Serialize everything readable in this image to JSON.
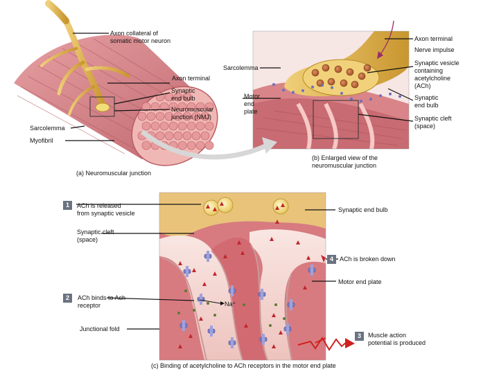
{
  "panel_a": {
    "caption": "(a) Neuromuscular junction",
    "labels": {
      "axon_collateral": "Axon collateral of\nsomatic motor neuron",
      "axon_terminal": "Axon terminal",
      "synaptic_end_bulb": "Synaptic\nend bulb",
      "nmj": "Neuromuscular\njunction (NMJ)",
      "sarcolemma": "Sarcolemma",
      "myofibril": "Myofibril"
    }
  },
  "panel_b": {
    "caption": "(b) Enlarged view of the\nneuromuscular junction",
    "labels": {
      "axon_terminal": "Axon terminal",
      "nerve_impulse": "Nerve impulse",
      "sarcolemma": "Sarcolemma",
      "synaptic_vesicle": "Synaptic vesicle\ncontaining\nacetylcholine\n(ACh)",
      "synaptic_end_bulb": "Synaptic\nend bulb",
      "synaptic_cleft": "Synaptic cleft\n(space)",
      "motor_end_plate": "Motor\nend\nplate"
    }
  },
  "panel_c": {
    "caption": "(c) Binding of acetylcholine to ACh receptors in the motor end plate",
    "labels": {
      "synaptic_end_bulb": "Synaptic end bulb",
      "synaptic_cleft": "Synaptic cleft\n(space)",
      "motor_end_plate": "Motor end plate",
      "junctional_fold": "Junctional fold",
      "na": "Na⁺"
    },
    "steps": [
      {
        "num": "1",
        "text": "ACh is released\nfrom synaptic vesicle"
      },
      {
        "num": "2",
        "text": "ACh binds to Ach\nreceptor"
      },
      {
        "num": "3",
        "text": "Muscle action\npotential is produced"
      },
      {
        "num": "4",
        "text": "ACh is broken down"
      }
    ]
  },
  "colors": {
    "muscle": "#d9878a",
    "muscle_dark": "#b85c63",
    "nerve": "#e2b85a",
    "vesicle": "#f3e29a",
    "receptor": "#7b7fc4",
    "ach": "#c0262c",
    "cleft": "#f7dcd8"
  }
}
